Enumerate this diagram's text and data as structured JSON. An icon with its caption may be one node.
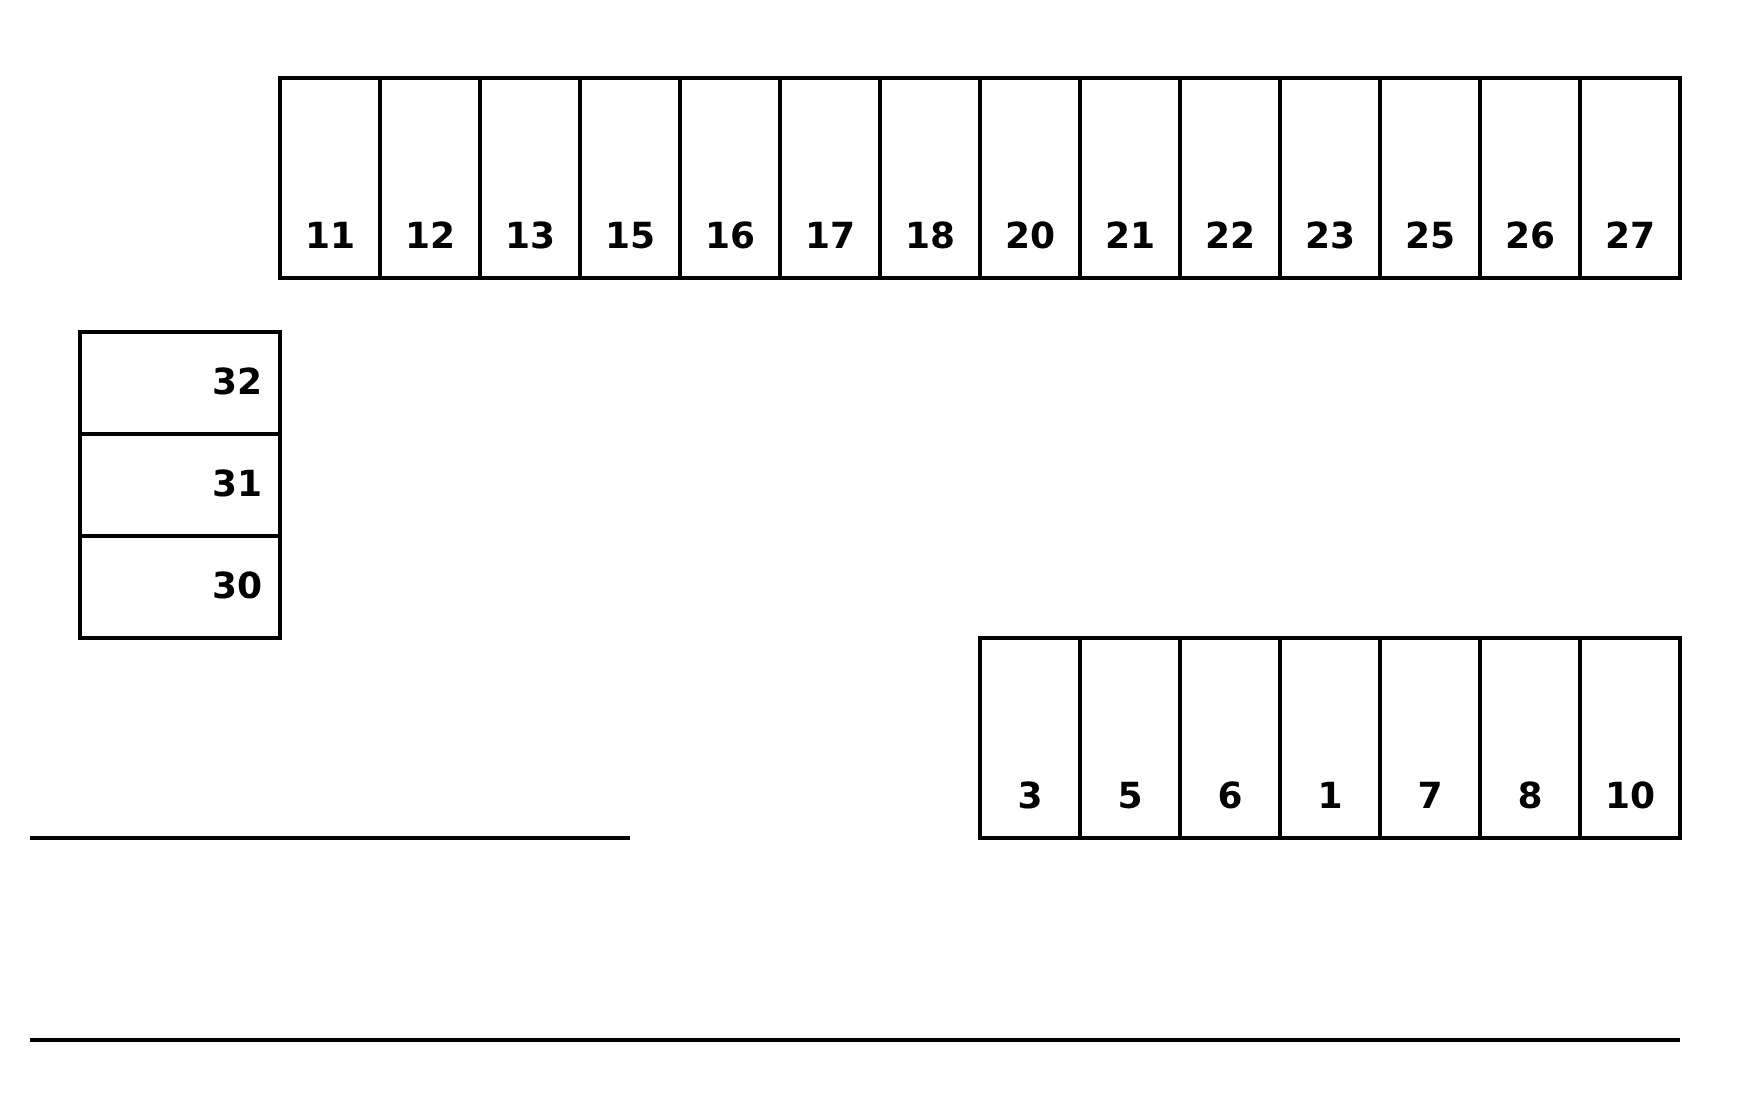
{
  "diagram": {
    "nodes": [
      {
        "text": [
          "11"
        ]
      },
      {
        "text": [
          "12"
        ]
      },
      {
        "text": [
          "13"
        ]
      },
      {
        "text": [
          "15"
        ]
      },
      {
        "text": [
          "16"
        ]
      },
      {
        "text": [
          "17"
        ]
      },
      {
        "text": [
          "18"
        ]
      },
      {
        "text": [
          "20"
        ]
      },
      {
        "text": [
          "21"
        ]
      },
      {
        "text": [
          "22"
        ]
      },
      {
        "text": [
          "23"
        ]
      },
      {
        "text": [
          "25"
        ]
      },
      {
        "text": [
          "26"
        ]
      },
      {
        "text": [
          "27"
        ]
      },
      {
        "text": [
          "32"
        ]
      },
      {
        "text": [
          "31"
        ]
      },
      {
        "text": [
          "30"
        ]
      },
      {
        "text": [
          "3"
        ]
      },
      {
        "text": [
          "5"
        ]
      },
      {
        "text": [
          "6"
        ]
      },
      {
        "text": [
          "1"
        ]
      },
      {
        "text": [
          "7"
        ]
      },
      {
        "text": [
          "8"
        ]
      },
      {
        "text": [
          "10"
        ]
      }
    ]
  }
}
